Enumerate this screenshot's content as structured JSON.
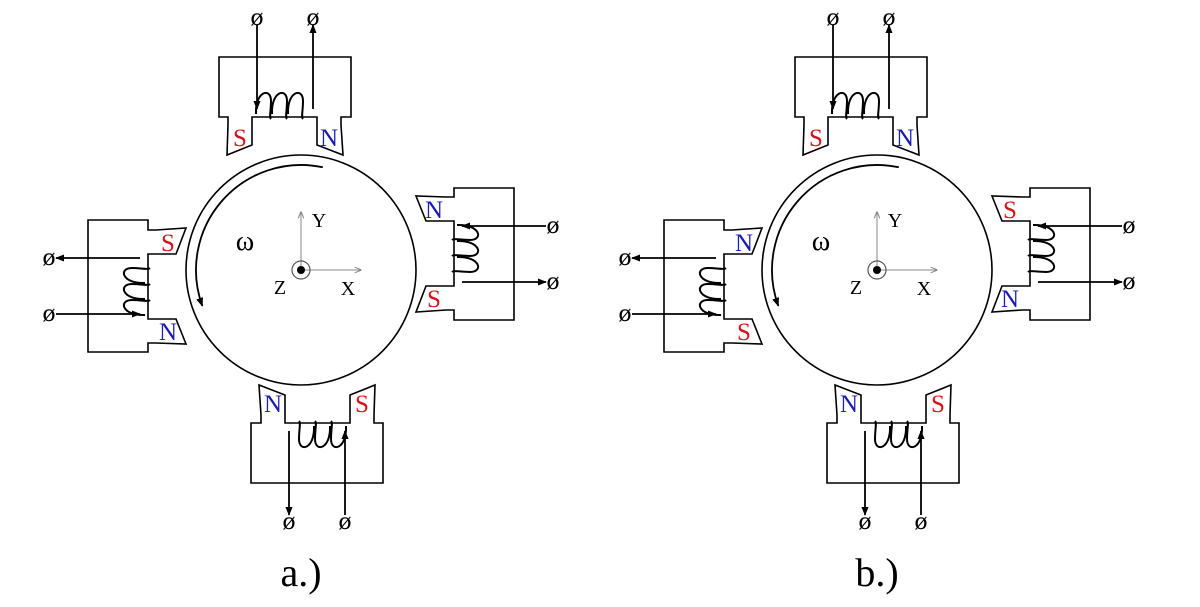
{
  "colors": {
    "north": "#1a1ab4",
    "south": "#d4141a",
    "line": "#000000"
  },
  "panels": [
    {
      "caption": "a.)",
      "rotation_symbol": "ω",
      "axes": {
        "x": "X",
        "y": "Y",
        "z": "Z"
      },
      "terminal_symbol": "ø",
      "poles": {
        "top": {
          "left": "S",
          "right": "N"
        },
        "right": {
          "top": "N",
          "bottom": "S"
        },
        "bottom": {
          "left": "N",
          "right": "S"
        },
        "left": {
          "top": "S",
          "bottom": "N"
        }
      }
    },
    {
      "caption": "b.)",
      "rotation_symbol": "ω",
      "axes": {
        "x": "X",
        "y": "Y",
        "z": "Z"
      },
      "terminal_symbol": "ø",
      "poles": {
        "top": {
          "left": "S",
          "right": "N"
        },
        "right": {
          "top": "S",
          "bottom": "N"
        },
        "bottom": {
          "left": "N",
          "right": "S"
        },
        "left": {
          "top": "N",
          "bottom": "S"
        }
      }
    }
  ]
}
